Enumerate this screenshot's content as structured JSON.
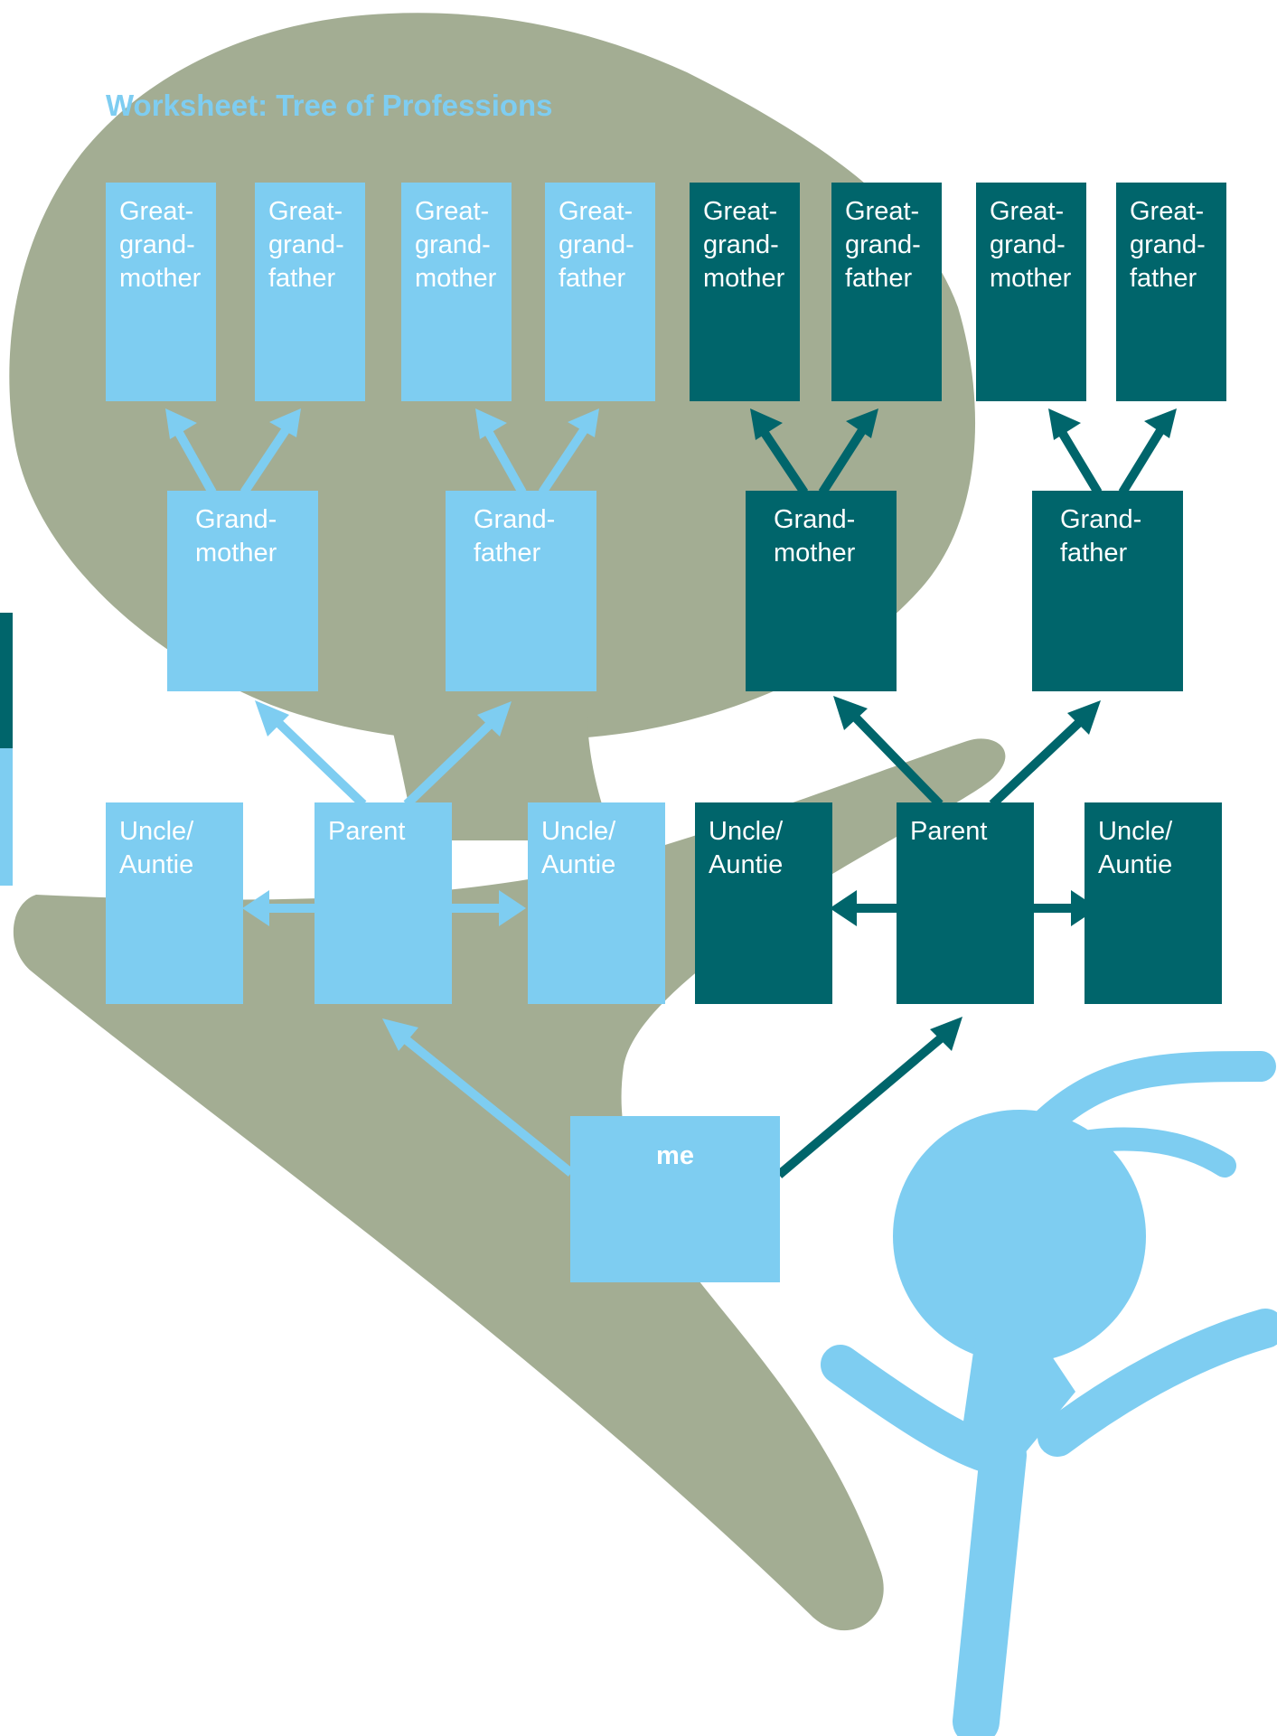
{
  "title": "Worksheet: Tree of Professions",
  "colors": {
    "light_blue": "#7ecdf1",
    "dark_teal": "#00656b",
    "tree_green": "#a3ad93",
    "text": "#ffffff"
  },
  "boxes": {
    "ggm_1": "Great-\ngrand-\nmother",
    "ggf_1": "Great-\ngrand-\nfather",
    "ggm_2": "Great-\ngrand-\nmother",
    "ggf_2": "Great-\ngrand-\nfather",
    "ggm_3": "Great-\ngrand-\nmother",
    "ggf_3": "Great-\ngrand-\nfather",
    "ggm_4": "Great-\ngrand-\nmother",
    "ggf_4": "Great-\ngrand-\nfather",
    "gm_1": "Grand-\nmother",
    "gf_1": "Grand-\nfather",
    "gm_2": "Grand-\nmother",
    "gf_2": "Grand-\nfather",
    "ua_1": "Uncle/\nAuntie",
    "parent_1": "Parent",
    "ua_2": "Uncle/\nAuntie",
    "ua_3": "Uncle/\nAuntie",
    "parent_2": "Parent",
    "ua_4": "Uncle/\nAuntie",
    "me": "me"
  }
}
